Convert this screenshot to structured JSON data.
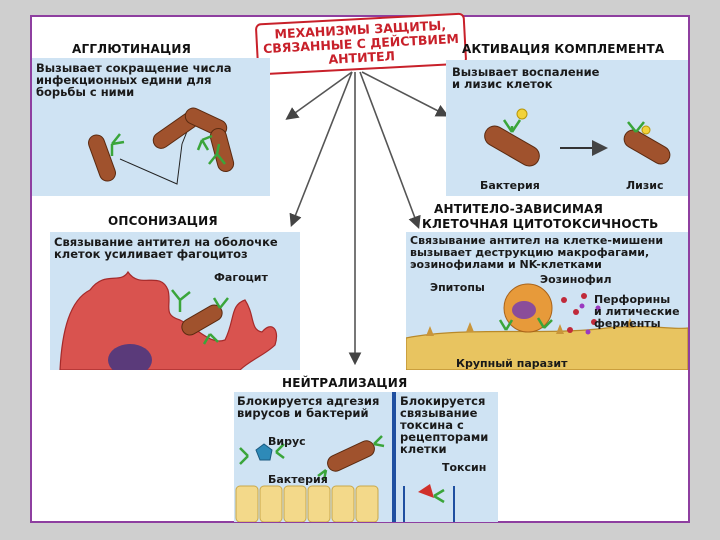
{
  "title": {
    "line1": "МЕХАНИЗМЫ ЗАЩИТЫ,",
    "line2": "СВЯЗАННЫЕ С ДЕЙСТВИЕМ",
    "line3": "АНТИТЕЛ"
  },
  "agglutination": {
    "heading": "АГГЛЮТИНАЦИЯ",
    "desc": "Вызывает сокращение числа\nинфекционных едини для\nборьбы с ними"
  },
  "complement": {
    "heading": "АКТИВАЦИЯ КОМПЛЕМЕНТА",
    "desc": "Вызывает воспаление\nи лизис клеток",
    "label_bacteria": "Бактерия",
    "label_lysis": "Лизис"
  },
  "opsonization": {
    "heading": "ОПСОНИЗАЦИЯ",
    "desc": "Связывание антител на оболочке\nклеток усиливает фагоцитоз",
    "label_phagocyte": "Фагоцит"
  },
  "adcc": {
    "heading_line1": "АНТИТЕЛО-ЗАВИСИМАЯ",
    "heading_line2": "КЛЕТОЧНАЯ ЦИТОТОКСИЧНОСТЬ",
    "desc": "Связывание антител на клетке-мишени\nвызывает деструкцию макрофагами,\nэозинофилами и NK-клетками",
    "label_epitopes": "Эпитопы",
    "label_eosinophil": "Эозинофил",
    "label_perforins": "Перфорины\nи литические\nферменты",
    "label_parasite": "Крупный паразит"
  },
  "neutralization": {
    "heading": "НЕЙТРАЛИЗАЦИЯ",
    "desc_left": "Блокируется адгезия\nвирусов и бактерий",
    "desc_right": "Блокируется\nсвязывание\nтоксина с\nрецепторами\nклетки",
    "label_virus": "Вирус",
    "label_bacteria": "Бактерия",
    "label_toxin": "Токсин"
  }
}
